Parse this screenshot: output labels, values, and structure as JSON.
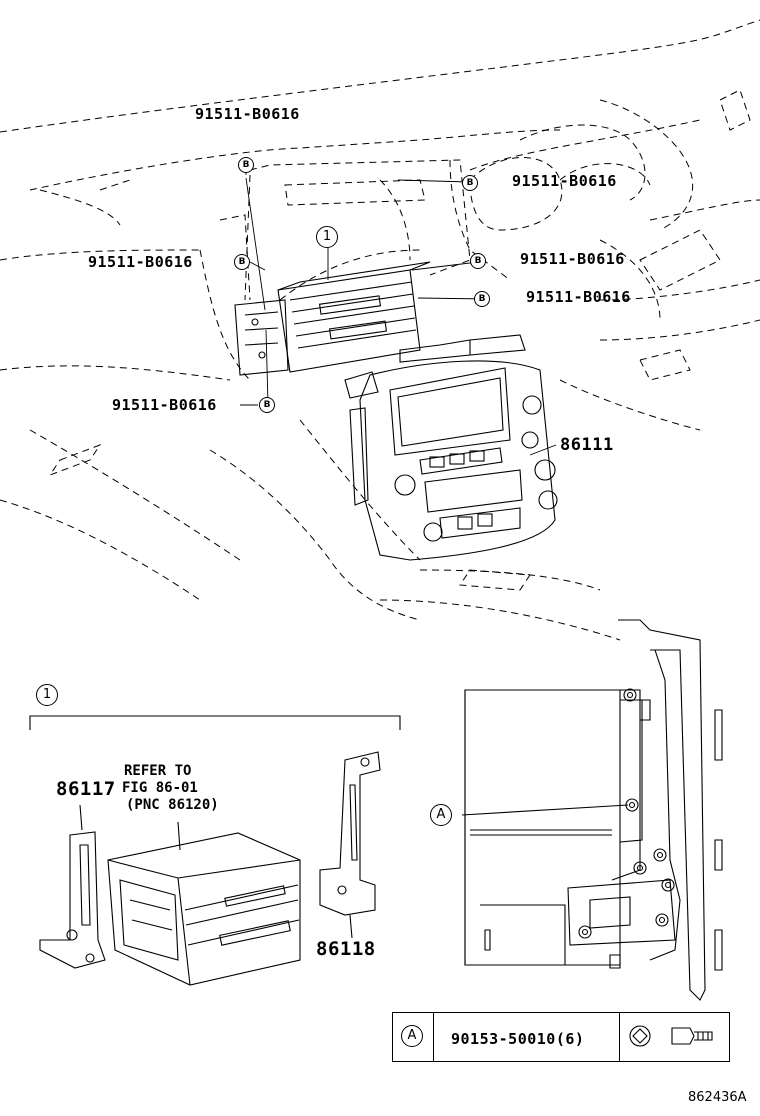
{
  "callouts": {
    "part_91511_a": "91511-B0616",
    "part_91511_b": "91511-B0616",
    "part_91511_c": "91511-B0616",
    "part_91511_d": "91511-B0616",
    "part_91511_e": "91511-B0616",
    "part_91511_f": "91511-B0616",
    "part_86111": "86111",
    "part_86117": "86117",
    "part_86118": "86118",
    "marker_b": "B",
    "marker_a": "A",
    "item_1": "1"
  },
  "refer_note": {
    "line1": "REFER TO",
    "line2": "FIG 86-01",
    "line3": "(PNC 86120)"
  },
  "legend": {
    "marker": "A",
    "part": "90153-50010(6)"
  },
  "figure_id": "862436A"
}
